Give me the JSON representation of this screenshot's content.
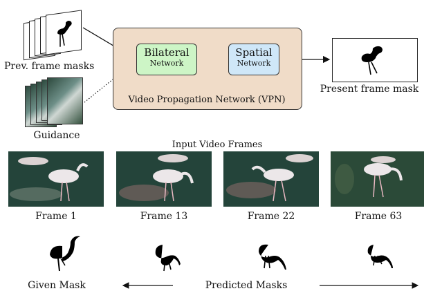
{
  "diagram": {
    "inputs": {
      "prev_masks_label": "Prev. frame masks",
      "guidance_label": "Guidance"
    },
    "vpn": {
      "title": "Video Propagation Network (VPN)",
      "bilateral": {
        "title": "Bilateral",
        "subtitle": "Network",
        "color": "#cdf5c6"
      },
      "spatial": {
        "title": "Spatial",
        "subtitle": "Network",
        "color": "#cfe7f8"
      },
      "container_color": "#f0dcc8"
    },
    "output": {
      "label": "Present frame mask"
    }
  },
  "frames_section": {
    "title": "Input Video Frames",
    "frames": [
      {
        "label": "Frame 1"
      },
      {
        "label": "Frame 13"
      },
      {
        "label": "Frame 22"
      },
      {
        "label": "Frame 63"
      }
    ]
  },
  "masks_section": {
    "given_label": "Given Mask",
    "predicted_label": "Predicted Masks"
  }
}
